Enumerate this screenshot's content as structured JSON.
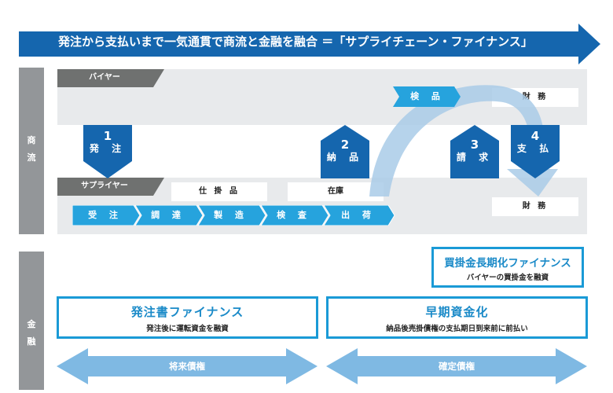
{
  "banner": {
    "text": "発注から支払いまで一気通貫で商流と金融を融合 ＝「サプライチェーン・ファイナンス」",
    "color": "#1566ae"
  },
  "sections": {
    "commerce": {
      "char1": "商",
      "char2": "流"
    },
    "finance": {
      "char1": "金",
      "char2": "融"
    }
  },
  "buyer": {
    "tag": "バイヤー",
    "inspection_step": "検 品",
    "finance_box": "財 務"
  },
  "supplier": {
    "tag": "サプライヤー",
    "wip_box": "仕 掛 品",
    "inventory_box": "在庫",
    "finance_box": "財 務",
    "steps": [
      "受 注",
      "調 達",
      "製 造",
      "検 査",
      "出 荷"
    ]
  },
  "flow": [
    {
      "num": "1",
      "label": "発 注"
    },
    {
      "num": "2",
      "label": "納 品"
    },
    {
      "num": "3",
      "label": "請 求"
    },
    {
      "num": "4",
      "label": "支 払"
    }
  ],
  "finance": {
    "po_finance": {
      "title": "発注書ファイナンス",
      "subtitle": "発注後に運転資金を融資"
    },
    "early_payment": {
      "title": "早期資金化",
      "subtitle": "納品後売掛債権の支払期日到来前に前払い"
    },
    "payables_extension": {
      "title": "買掛金長期化ファイナンス",
      "subtitle": "バイヤーの買掛金を融資"
    },
    "future_receivables": "将来債権",
    "confirmed_receivables": "確定債権"
  },
  "colors": {
    "dark_blue": "#1566ae",
    "light_blue": "#26a3dd",
    "pale_blue": "#7fb9e3",
    "gray_tag": "#6f7170",
    "sidebar_gray": "#939699",
    "band_gray": "#e8eaec"
  }
}
